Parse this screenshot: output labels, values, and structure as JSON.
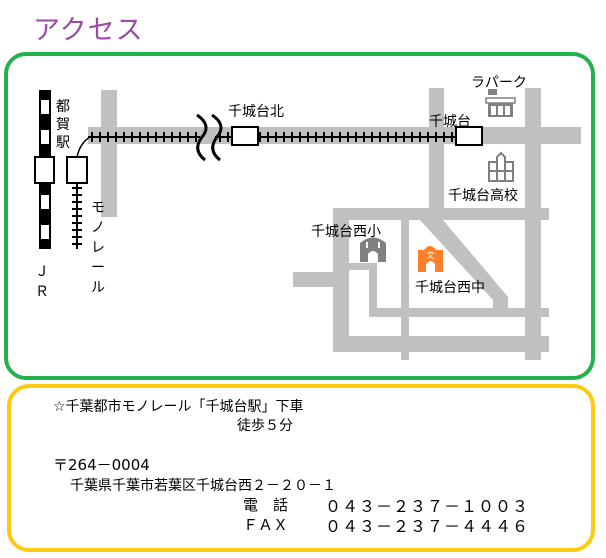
{
  "title": "アクセス",
  "map": {
    "labels": {
      "miyako_station": "都賀駅",
      "jr": "ＪＲ",
      "monorail": "モノレール",
      "chishirodai_kita": "千城台北",
      "chishirodai": "千城台",
      "lapark": "ラパーク",
      "high_school": "千城台高校",
      "west_elementary": "千城台西小",
      "west_middle": "千城台西中"
    },
    "colors": {
      "road": "#c0c0c0",
      "track": "#000000",
      "school_gray": "#808080",
      "school_orange": "#ff7f27",
      "map_border": "#22b14c",
      "info_border": "#ffc90e",
      "title": "#9b4aa8"
    }
  },
  "info": {
    "line1": "☆千葉都市モノレール「千城台駅」下車",
    "line2": "徒歩５分",
    "postal": "〒264－0004",
    "address": "千葉県千葉市若葉区千城台西２－２０－１",
    "tel_label": "電　話",
    "tel": "０４３－２３７－１００３",
    "fax_label": "ＦＡＸ",
    "fax": "０４３－２３７－４４４６"
  }
}
